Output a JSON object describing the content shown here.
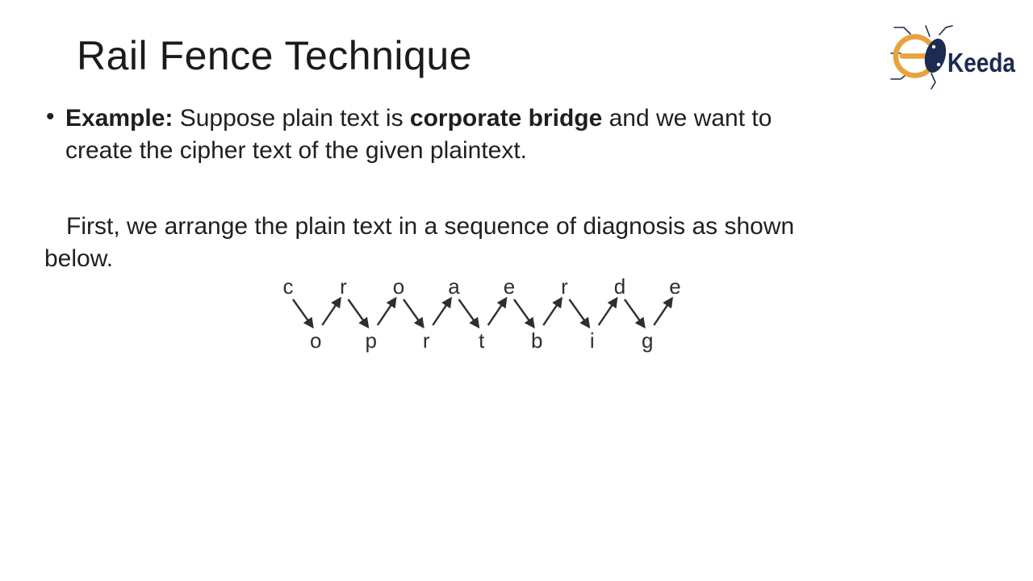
{
  "slide": {
    "background": "#ffffff",
    "title": "Rail Fence Technique",
    "bullet": {
      "glyph": "•",
      "lines": [
        {
          "segments": [
            {
              "text": "Example:",
              "bold": true
            },
            {
              "text": " Suppose plain text is ",
              "bold": false
            },
            {
              "text": "corporate bridge",
              "bold": true
            },
            {
              "text": " and we want to",
              "bold": false
            }
          ]
        },
        {
          "segments": [
            {
              "text": "create the cipher text of the given plaintext.",
              "bold": false
            }
          ]
        }
      ]
    },
    "paragraph": {
      "lines": [
        "First, we arrange the plain text in a sequence of diagnosis as shown",
        "below."
      ]
    },
    "text_color": "#1f1f1f"
  },
  "diagram": {
    "type": "rail-fence-zigzag",
    "plaintext": "corporatebridge",
    "rails": 2,
    "letters": [
      "c",
      "o",
      "r",
      "p",
      "o",
      "r",
      "a",
      "t",
      "e",
      "b",
      "r",
      "i",
      "d",
      "g",
      "e"
    ],
    "top_row_letters": [
      "c",
      "r",
      "o",
      "a",
      "e",
      "r",
      "d",
      "e"
    ],
    "bottom_row_letters": [
      "o",
      "p",
      "r",
      "t",
      "b",
      "i",
      "g"
    ],
    "ink_color": "#2e2e2e"
  },
  "logo": {
    "wordmark": "Keeda",
    "orange": "#E9A23C",
    "navy": "#1D2A52",
    "dot_color": "#ffffff"
  }
}
